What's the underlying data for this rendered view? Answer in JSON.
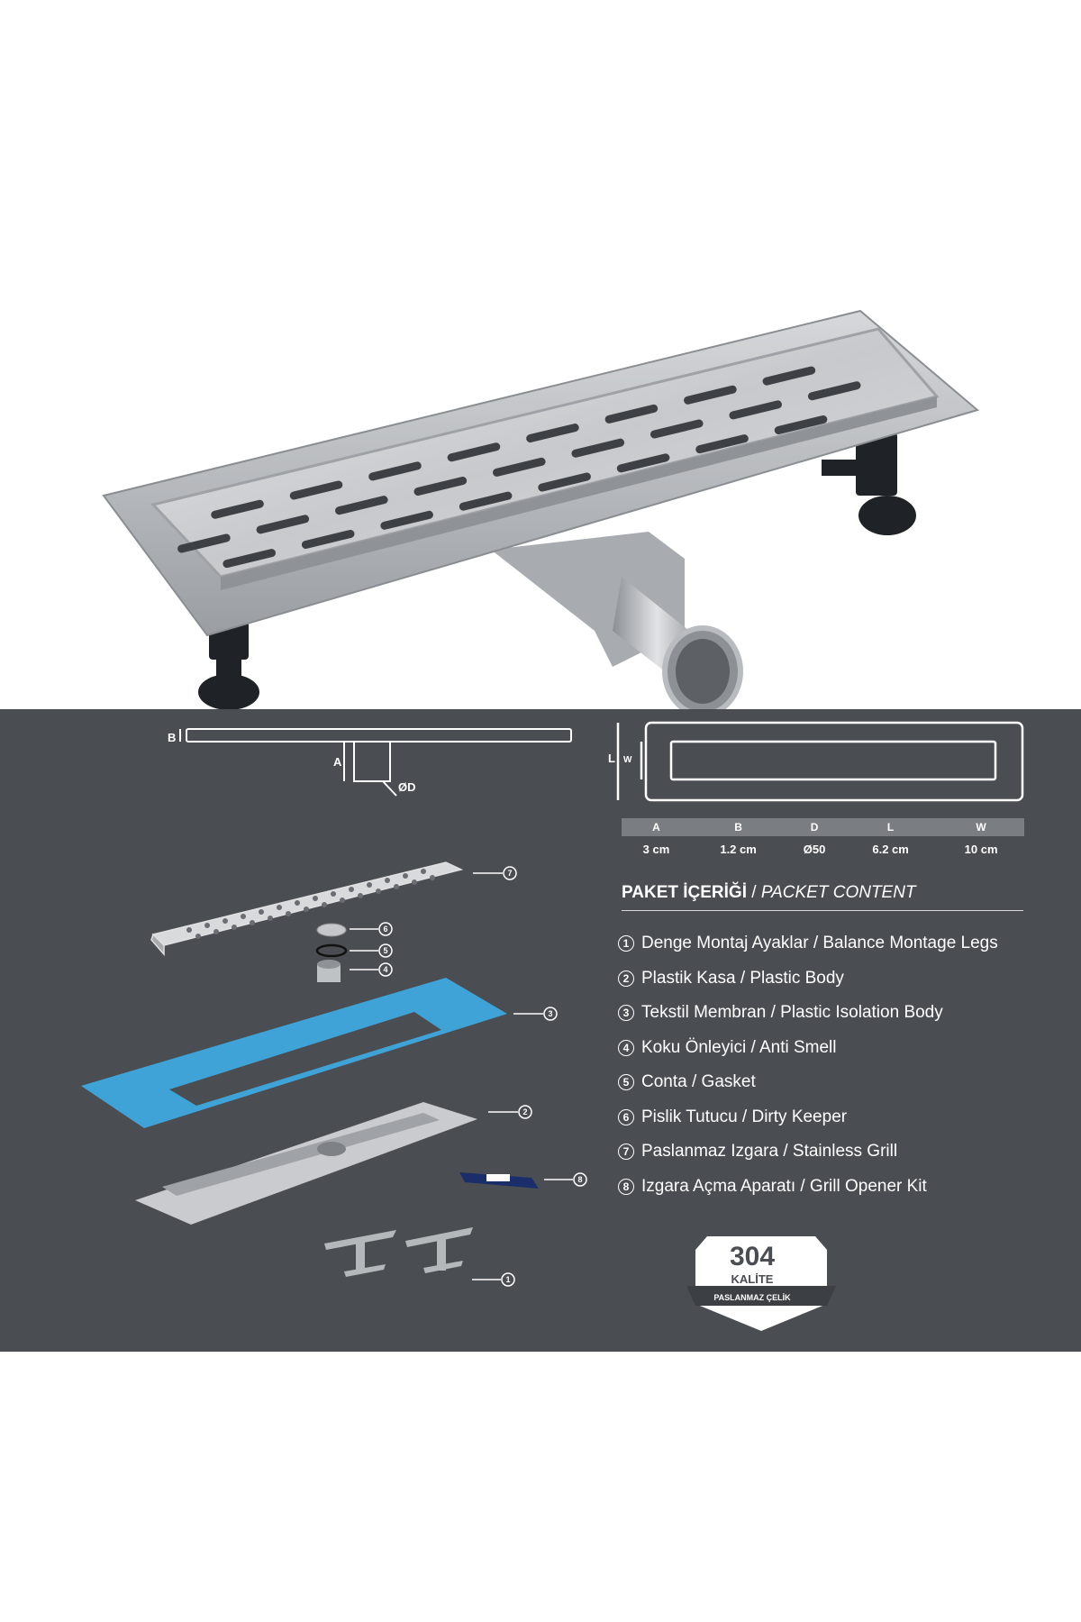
{
  "dimension_labels": {
    "a": "A",
    "b": "B",
    "d": "ØD",
    "l": "L",
    "w": "W"
  },
  "specs": {
    "headers": [
      "A",
      "B",
      "D",
      "L",
      "W"
    ],
    "values": [
      "3 cm",
      "1.2 cm",
      "Ø50",
      "6.2 cm",
      "10 cm"
    ]
  },
  "packet_content": {
    "title_tr": "PAKET İÇERİĞİ",
    "title_sep": " / ",
    "title_en": "PACKET CONTENT",
    "items": [
      {
        "num": "1",
        "text": "Denge Montaj Ayaklar / Balance Montage Legs"
      },
      {
        "num": "2",
        "text": "Plastik Kasa / Plastic Body"
      },
      {
        "num": "3",
        "text": "Tekstil Membran / Plastic Isolation  Body"
      },
      {
        "num": "4",
        "text": "Koku Önleyici / Anti Smell"
      },
      {
        "num": "5",
        "text": "Conta / Gasket"
      },
      {
        "num": "6",
        "text": "Pislik Tutucu / Dirty Keeper"
      },
      {
        "num": "7",
        "text": "Paslanmaz Izgara  / Stainless Grill"
      },
      {
        "num": "8",
        "text": "Izgara Açma Aparatı / Grill Opener Kit"
      }
    ]
  },
  "exploded_callouts": [
    "7",
    "6",
    "5",
    "4",
    "3",
    "2",
    "8",
    "1"
  ],
  "badge": {
    "number": "304",
    "line2": "KALİTE",
    "band": "PASLANMAZ ÇELİK"
  },
  "colors": {
    "panel": "#4a4d52",
    "membrane": "#3fa3d8",
    "steel": "#c9cbce"
  }
}
